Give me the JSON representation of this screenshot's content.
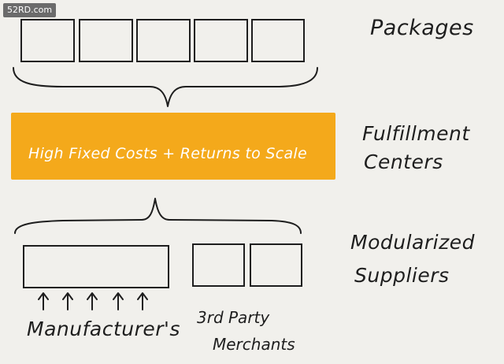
{
  "watermark": "52RD.com",
  "labels": {
    "packages": "Packages",
    "fulfillment_line1": "Fulfillment",
    "fulfillment_line2": "Centers",
    "modularized_line1": "Modularized",
    "modularized_line2": "Suppliers",
    "manufacturers": "Manufacturer's",
    "third_party_line1": "3rd Party",
    "third_party_line2": "Merchants"
  },
  "banner": {
    "text": "High Fixed Costs + Returns to Scale",
    "color": "#f4a91b"
  },
  "colors": {
    "background": "#f1f0ec",
    "ink": "#1e1e1e",
    "banner_text": "#ffffff"
  }
}
